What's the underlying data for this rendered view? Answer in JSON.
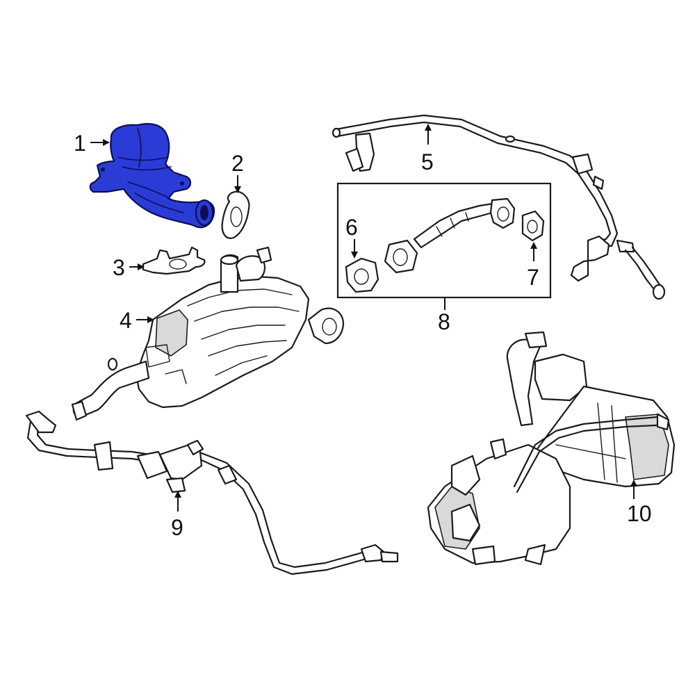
{
  "callouts": [
    {
      "id": "1",
      "text": "1"
    },
    {
      "id": "2",
      "text": "2"
    },
    {
      "id": "3",
      "text": "3"
    },
    {
      "id": "4",
      "text": "4"
    },
    {
      "id": "5",
      "text": "5"
    },
    {
      "id": "6",
      "text": "6"
    },
    {
      "id": "7",
      "text": "7"
    },
    {
      "id": "8",
      "text": "8"
    },
    {
      "id": "9",
      "text": "9"
    },
    {
      "id": "10",
      "text": "10"
    }
  ],
  "colors": {
    "highlight": "#2b3bd6",
    "line": "#1a1a1a",
    "background": "#ffffff"
  }
}
